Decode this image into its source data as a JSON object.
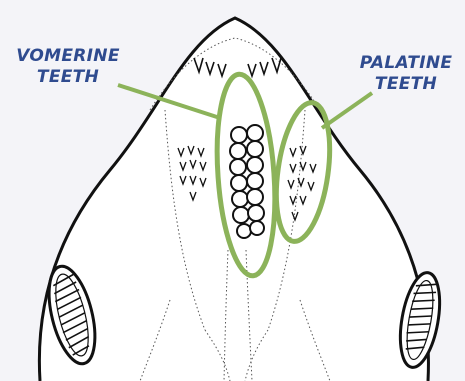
{
  "labels": {
    "vomerine": {
      "line1": "VOMERINE",
      "line2": "TEETH"
    },
    "palatine": {
      "line1": "PALATINE",
      "line2": "TEETH"
    }
  },
  "colors": {
    "background": "#f4f4f8",
    "label_text": "#2f4b8f",
    "highlight": "#8cb35a",
    "ink": "#111111"
  }
}
